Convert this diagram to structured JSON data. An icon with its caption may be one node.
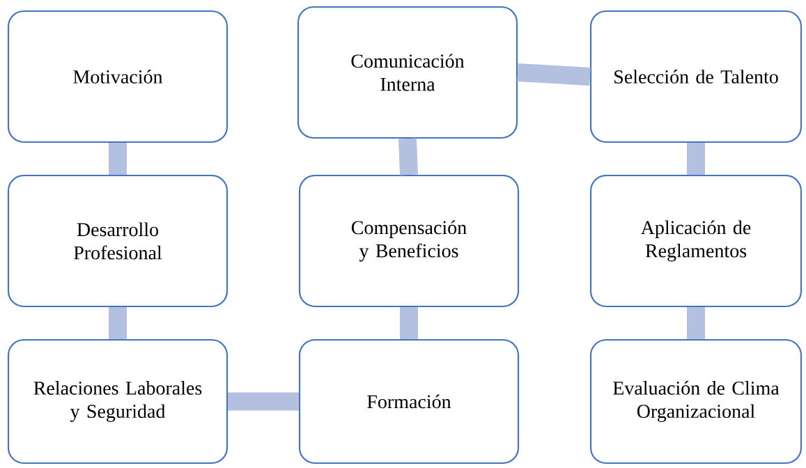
{
  "diagram": {
    "nodes": [
      {
        "text": [
          "Motivación"
        ]
      },
      {
        "text": [
          "Desarrollo Profesional"
        ]
      },
      {
        "text": [
          "Relaciones Laborales y Seguridad"
        ]
      },
      {
        "text": [
          "Formación"
        ]
      },
      {
        "text": [
          "Compensación y Beneficios"
        ]
      },
      {
        "text": [
          "Comunicación Interna"
        ]
      },
      {
        "text": [
          "Selección de Talento"
        ]
      },
      {
        "text": [
          "Aplicación de Reglamentos"
        ]
      },
      {
        "text": [
          "Evaluación de Clima Organizacional"
        ]
      }
    ],
    "edges": [
      {
        "from": 0,
        "to": 1,
        "arrow": "none"
      },
      {
        "from": 1,
        "to": 2,
        "arrow": "none"
      },
      {
        "from": 2,
        "to": 3,
        "arrow": "none"
      },
      {
        "from": 3,
        "to": 4,
        "arrow": "none"
      },
      {
        "from": 4,
        "to": 5,
        "arrow": "none"
      },
      {
        "from": 5,
        "to": 6,
        "arrow": "none"
      },
      {
        "from": 6,
        "to": 7,
        "arrow": "none"
      },
      {
        "from": 7,
        "to": 8,
        "arrow": "none"
      }
    ]
  }
}
